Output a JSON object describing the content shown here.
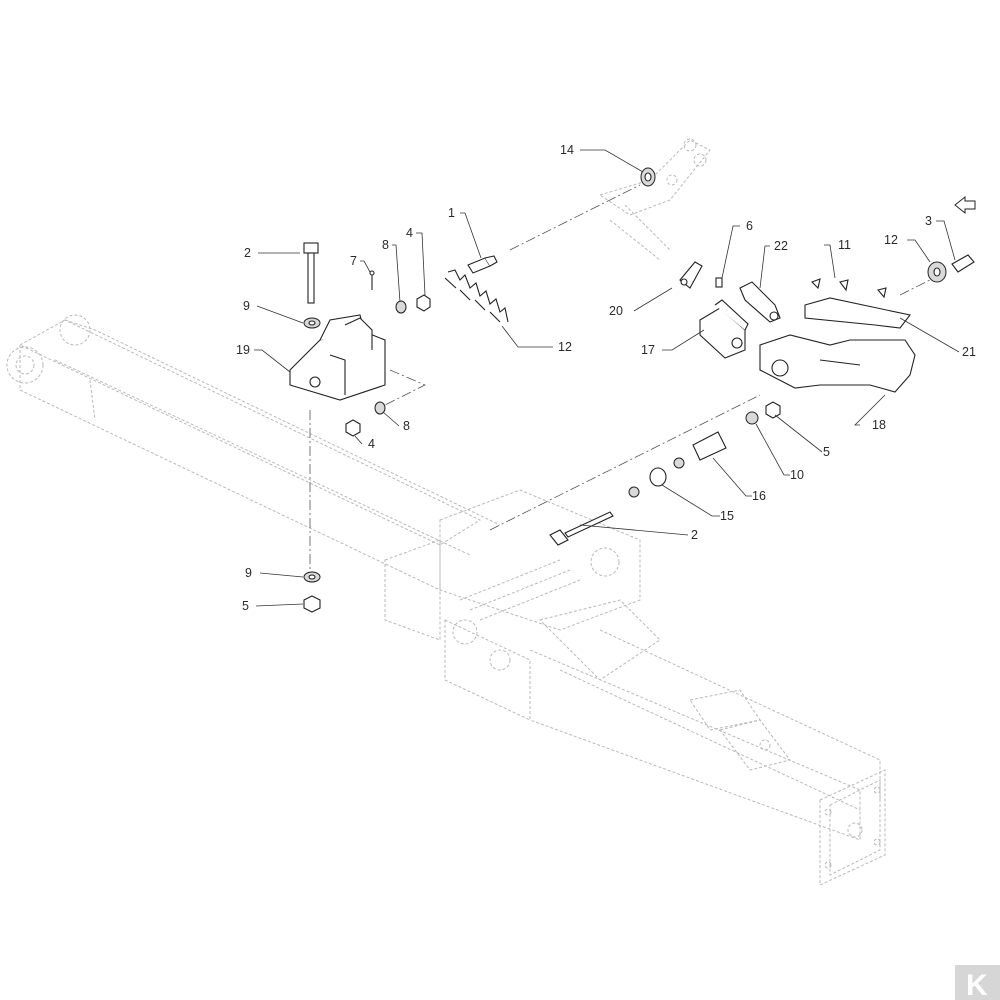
{
  "callouts": [
    {
      "id": "c14",
      "label": "14"
    },
    {
      "id": "c1",
      "label": "1"
    },
    {
      "id": "c2a",
      "label": "2"
    },
    {
      "id": "c7",
      "label": "7"
    },
    {
      "id": "c8a",
      "label": "8"
    },
    {
      "id": "c4a",
      "label": "4"
    },
    {
      "id": "c9a",
      "label": "9"
    },
    {
      "id": "c19",
      "label": "19"
    },
    {
      "id": "c12a",
      "label": "12"
    },
    {
      "id": "c4b",
      "label": "4"
    },
    {
      "id": "c8b",
      "label": "8"
    },
    {
      "id": "c9b",
      "label": "9"
    },
    {
      "id": "c5a",
      "label": "5"
    },
    {
      "id": "c6",
      "label": "6"
    },
    {
      "id": "c22",
      "label": "22"
    },
    {
      "id": "c11",
      "label": "11"
    },
    {
      "id": "c12b",
      "label": "12"
    },
    {
      "id": "c3",
      "label": "3"
    },
    {
      "id": "c20",
      "label": "20"
    },
    {
      "id": "c17",
      "label": "17"
    },
    {
      "id": "c21",
      "label": "21"
    },
    {
      "id": "c18",
      "label": "18"
    },
    {
      "id": "c5b",
      "label": "5"
    },
    {
      "id": "c10",
      "label": "10"
    },
    {
      "id": "c16",
      "label": "16"
    },
    {
      "id": "c15",
      "label": "15"
    },
    {
      "id": "c2b",
      "label": "2"
    }
  ],
  "logo": {
    "text": "K",
    "color": "#d6d6d6"
  },
  "colors": {
    "line": "#222222",
    "ghost": "#bdbdbd",
    "background": "#ffffff"
  }
}
